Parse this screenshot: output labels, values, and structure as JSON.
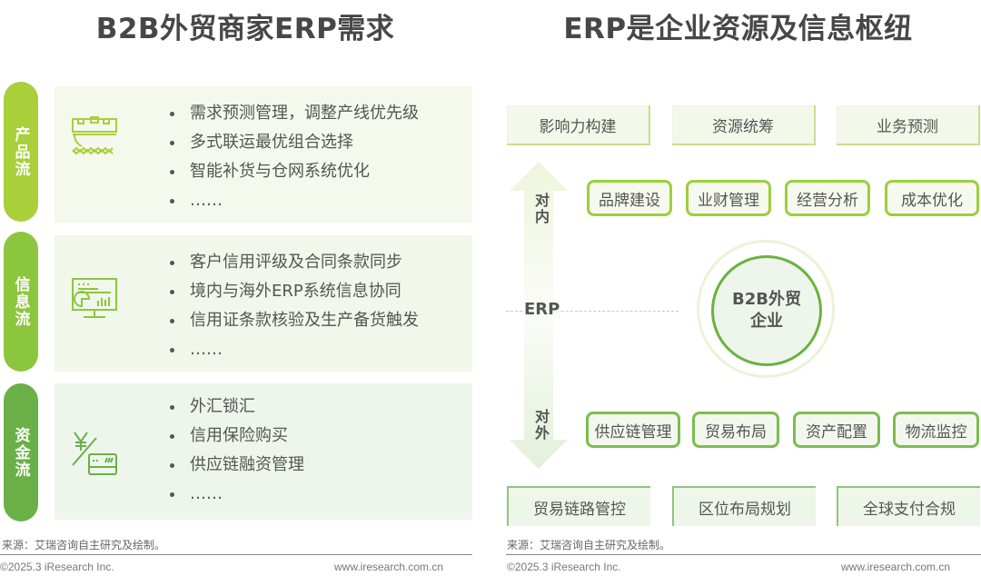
{
  "left": {
    "title": "B2B外贸商家ERP需求",
    "rows": [
      {
        "label": "产品流",
        "color": "#a9cf3a",
        "card_bg": "#f5f8ec",
        "icon": "cargo-ship-icon",
        "items": [
          "需求预测管理，调整产线优先级",
          "多式联运最优组合选择",
          "智能补货与仓网系统优化",
          "……"
        ]
      },
      {
        "label": "信息流",
        "color": "#8cc63f",
        "card_bg": "#f1f7ea",
        "icon": "monitor-dashboard-icon",
        "items": [
          "客户信用评级及合同条款同步",
          "境内与海外ERP系统信息协同",
          "信用证条款核验及生产备货触发",
          "……"
        ]
      },
      {
        "label": "资金流",
        "color": "#6ab047",
        "card_bg": "#eef6ec",
        "icon": "yuan-card-payment-icon",
        "items": [
          "外汇锁汇",
          "信用保险购买",
          "供应链融资管理",
          "……"
        ]
      }
    ],
    "source": "来源：艾瑞咨询自主研究及绘制。",
    "copyright": "©2025.3 iResearch Inc.",
    "website": "www.iresearch.com.cn"
  },
  "right": {
    "title": "ERP是企业资源及信息枢纽",
    "top_boxes": [
      "影响力构建",
      "资源统筹",
      "业务预测"
    ],
    "inner_boxes": [
      "品牌建设",
      "业财管理",
      "经营分析",
      "成本优化"
    ],
    "inner_label": "对内",
    "axis_label": "ERP",
    "center_label_line1": "B2B外贸",
    "center_label_line2": "企业",
    "outer_label": "对外",
    "outer_boxes": [
      "供应链管理",
      "贸易布局",
      "资产配置",
      "物流监控"
    ],
    "bottom_boxes": [
      "贸易链路管控",
      "区位布局规划",
      "全球支付合规"
    ],
    "source": "来源：艾瑞咨询自主研究及绘制。",
    "copyright": "©2025.3 iResearch Inc.",
    "website": "www.iresearch.com.cn"
  }
}
